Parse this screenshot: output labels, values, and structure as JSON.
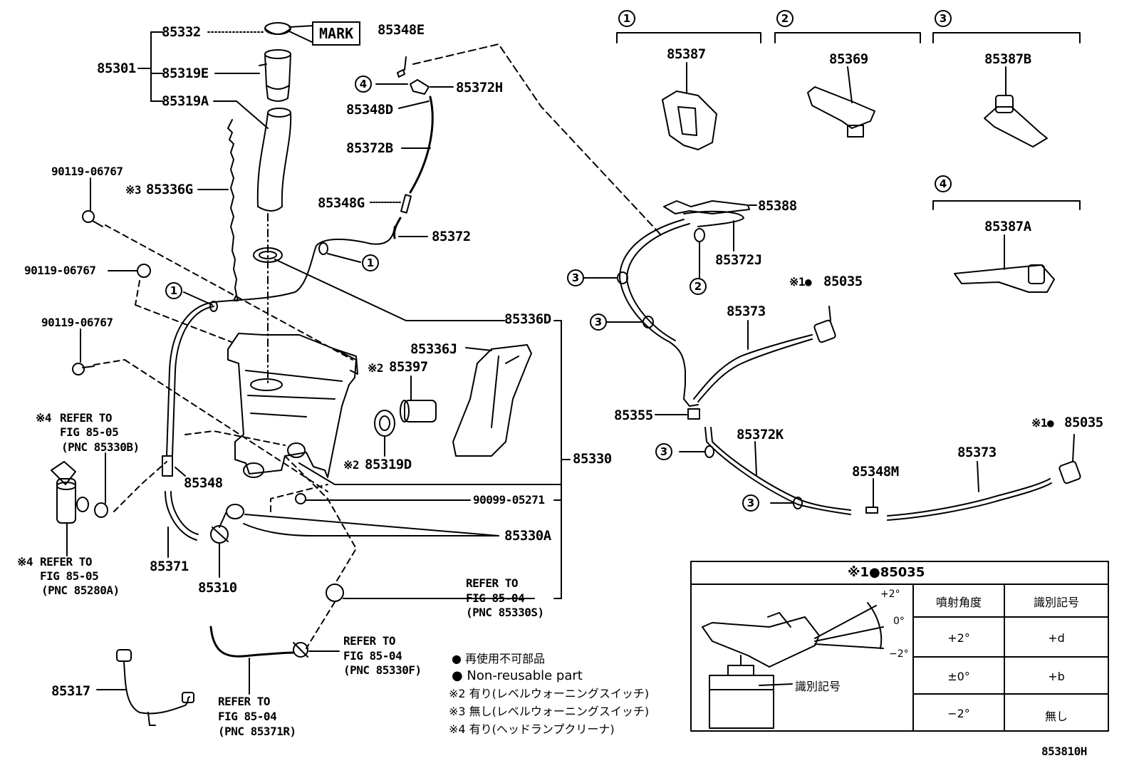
{
  "diagram_id": "853810H",
  "mark_label": "MARK",
  "parts": {
    "p85332": "85332",
    "p85301": "85301",
    "p85319E": "85319E",
    "p85319A": "85319A",
    "p85336G": "85336G",
    "p90119a": "90119-06767",
    "p90119b": "90119-06767",
    "p90119c": "90119-06767",
    "p85348E": "85348E",
    "p85372H": "85372H",
    "p85348D": "85348D",
    "p85372B": "85372B",
    "p85348G": "85348G",
    "p85372": "85372",
    "p85336D": "85336D",
    "p85336J": "85336J",
    "p85397": "85397",
    "p85319D": "85319D",
    "p85330": "85330",
    "p85348": "85348",
    "p90099": "90099-05271",
    "p85330A": "85330A",
    "p85371": "85371",
    "p85310": "85310",
    "p85317": "85317",
    "p85387": "85387",
    "p85369": "85369",
    "p85387B": "85387B",
    "p85387A": "85387A",
    "p85388": "85388",
    "p85372J": "85372J",
    "p85035a": "85035",
    "p85373a": "85373",
    "p85355": "85355",
    "p85372K": "85372K",
    "p85348M": "85348M",
    "p85373b": "85373",
    "p85035b": "85035"
  },
  "markers": {
    "m2": "※2",
    "m3": "※3",
    "m4a": "※4",
    "m4b": "※4",
    "m1a": "※1●",
    "m1b": "※1●",
    "m1c": "※1●"
  },
  "refs": {
    "r1_l1": "REFER TO",
    "r1_l2": "FIG 85-05",
    "r1_l3": "(PNC 85330B)",
    "r2_l1": "REFER TO",
    "r2_l2": "FIG 85-05",
    "r2_l3": "(PNC 85280A)",
    "r3_l1": "REFER TO",
    "r3_l2": "FIG 85-04",
    "r3_l3": "(PNC 85330S)",
    "r4_l1": "REFER TO",
    "r4_l2": "FIG 85-04",
    "r4_l3": "(PNC 85330F)",
    "r5_l1": "REFER TO",
    "r5_l2": "FIG 85-04",
    "r5_l3": "(PNC 85371R)"
  },
  "callouts": {
    "c1": "1",
    "c2": "2",
    "c3": "3",
    "c4": "4"
  },
  "legend": {
    "jp_nonreusable": "● 再使用不可部品",
    "en_nonreusable": "● Non-reusable part",
    "note2": "※2 有り(レベルウォーニングスイッチ)",
    "note3": "※3 無し(レベルウォーニングスイッチ)",
    "note4": "※4 有り(ヘッドランプクリーナ)"
  },
  "table": {
    "title": "※1●85035",
    "col1": "噴射角度",
    "col2": "識別記号",
    "rows": [
      {
        "angle": "+2°",
        "mark": "+d"
      },
      {
        "angle": "±0°",
        "mark": "+b"
      },
      {
        "angle": "−2°",
        "mark": "無し"
      }
    ],
    "angle_top": "+2°",
    "angle_mid": "0°",
    "angle_bot": "−2°",
    "ident_label": "識別記号"
  }
}
